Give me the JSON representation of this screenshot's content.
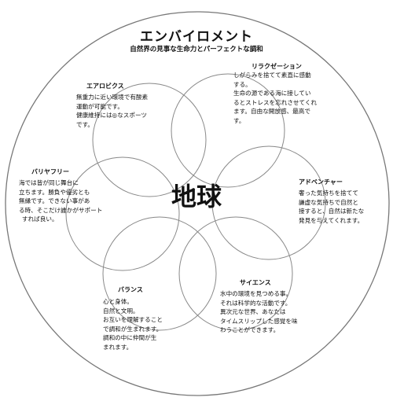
{
  "title": "エンバイロメント",
  "subtitle": "自然界の見事な生命力とパーフェクトな調和",
  "center": "地球",
  "sections": {
    "relaxation": {
      "heading": "リラクゼーション",
      "lines": [
        "しがらみを捨てて素直に感動",
        "する。",
        "生命の源である海に接してい",
        "るとストレスを忘れさせてくれ",
        "ます。自由な開放感、最高で",
        "す。"
      ]
    },
    "aerobics": {
      "heading": "エアロビクス",
      "lines": [
        "無重力に近い環境で有酸素",
        "運動が可能です。",
        "健康維持には◎なスポーツ",
        "です。"
      ]
    },
    "barrierfree": {
      "heading": "バリヤフリー",
      "lines": [
        "海では皆が同じ舞台に",
        "立ちます。勝負や優劣とも",
        "無縁です。できない事があ",
        "る時、そこだけ誰かがサポート",
        "すれば良い。"
      ]
    },
    "adventure": {
      "heading": "アドベンチャー",
      "lines": [
        "奢った気持ちを捨てて",
        "謙虚な気持ちで自然と",
        "接すると、自然は新たな",
        "発見を与えてくれます。"
      ]
    },
    "balance": {
      "heading": "バランス",
      "lines": [
        "心と身体。",
        "自然と文明。",
        "お互いを理解すること",
        "で調和が生まれます。",
        "調和の中に仲間が生",
        "まれます。"
      ]
    },
    "science": {
      "heading": "サイエンス",
      "lines": [
        "水中の環境を見つめる事。",
        "それは科学的な活動です。",
        "異次元な世界、あなたは",
        "タイムスリップした感覚を味",
        "わうことができます。"
      ]
    }
  }
}
